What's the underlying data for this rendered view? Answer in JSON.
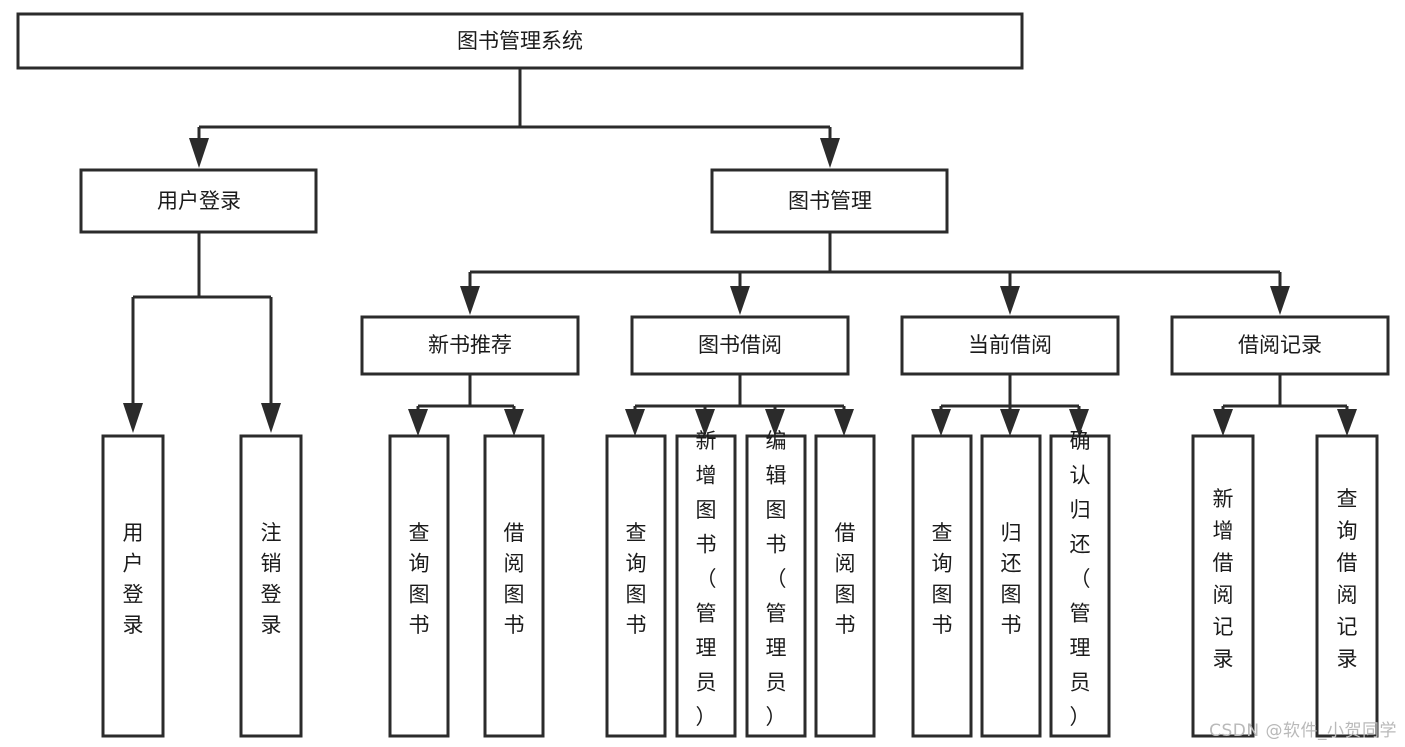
{
  "diagram": {
    "title": "图书管理系统",
    "type": "tree",
    "orientation": "top-down",
    "watermark": "CSDN @软件_小贺同学",
    "colors": {
      "stroke": "#2b2b2b",
      "fill": "#ffffff",
      "text": "#1b1b1b",
      "watermark": "#b9b9b9"
    },
    "nodes": {
      "root": {
        "label": "图书管理系统"
      },
      "level2": [
        {
          "label": "用户登录"
        },
        {
          "label": "图书管理"
        }
      ],
      "level3": [
        {
          "label": "新书推荐"
        },
        {
          "label": "图书借阅"
        },
        {
          "label": "当前借阅"
        },
        {
          "label": "借阅记录"
        }
      ],
      "leaves_user_login": [
        {
          "label": "用户登录"
        },
        {
          "label": "注销登录"
        }
      ],
      "leaves_new_book": [
        {
          "label": "查询图书"
        },
        {
          "label": "借阅图书"
        }
      ],
      "leaves_borrow": [
        {
          "label": "查询图书"
        },
        {
          "label": "新增图书（管理员）"
        },
        {
          "label": "编辑图书（管理员）"
        },
        {
          "label": "借阅图书"
        }
      ],
      "leaves_current": [
        {
          "label": "查询图书"
        },
        {
          "label": "归还图书"
        },
        {
          "label": "确认归还（管理员）"
        }
      ],
      "leaves_record": [
        {
          "label": "新增借阅记录"
        },
        {
          "label": "查询借阅记录"
        }
      ]
    }
  }
}
